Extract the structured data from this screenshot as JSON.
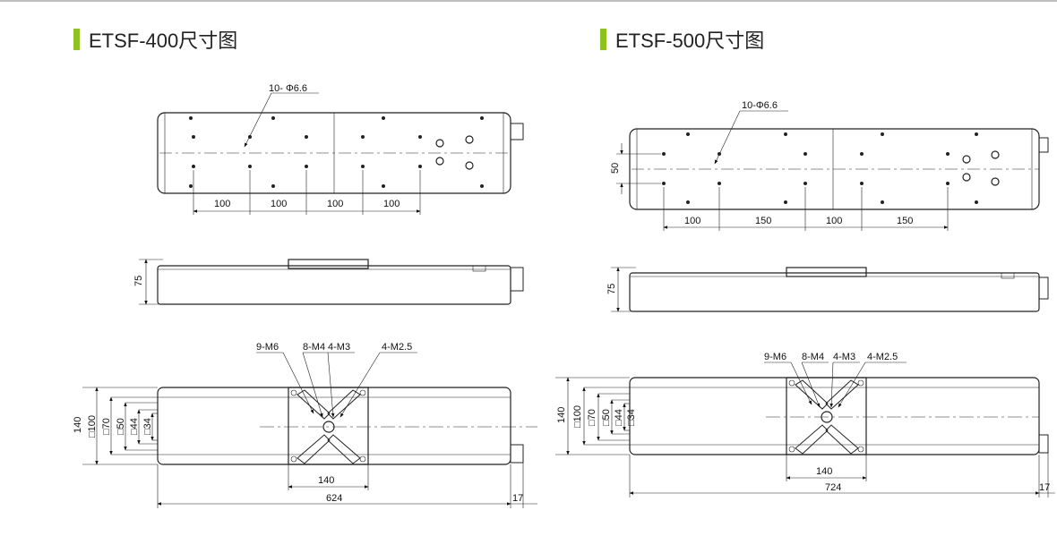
{
  "accent_color": "#8dc21f",
  "left": {
    "title": "ETSF-400尺寸图",
    "top_callout": "10- Φ6.6",
    "top_dims": [
      "100",
      "100",
      "100",
      "100"
    ],
    "side_height": "75",
    "bottom_callouts": [
      "9-M6",
      "8-M4",
      "4-M3",
      "4-M2.5"
    ],
    "bottom_vdims": [
      "140",
      "□100",
      "□70",
      "□50",
      "□44",
      "□34"
    ],
    "carriage_width": "140",
    "total_length": "624",
    "end_length": "17"
  },
  "right": {
    "title": "ETSF-500尺寸图",
    "top_callout": "10-Φ6.6",
    "top_height": "50",
    "top_dims": [
      "100",
      "150",
      "100",
      "150"
    ],
    "side_height": "75",
    "bottom_callouts": [
      "9-M6",
      "8-M4",
      "4-M3",
      "4-M2.5"
    ],
    "bottom_vdims": [
      "140",
      "□100",
      "□70",
      "□50",
      "□44",
      "□34"
    ],
    "carriage_width": "140",
    "total_length": "724",
    "end_length": "17"
  }
}
